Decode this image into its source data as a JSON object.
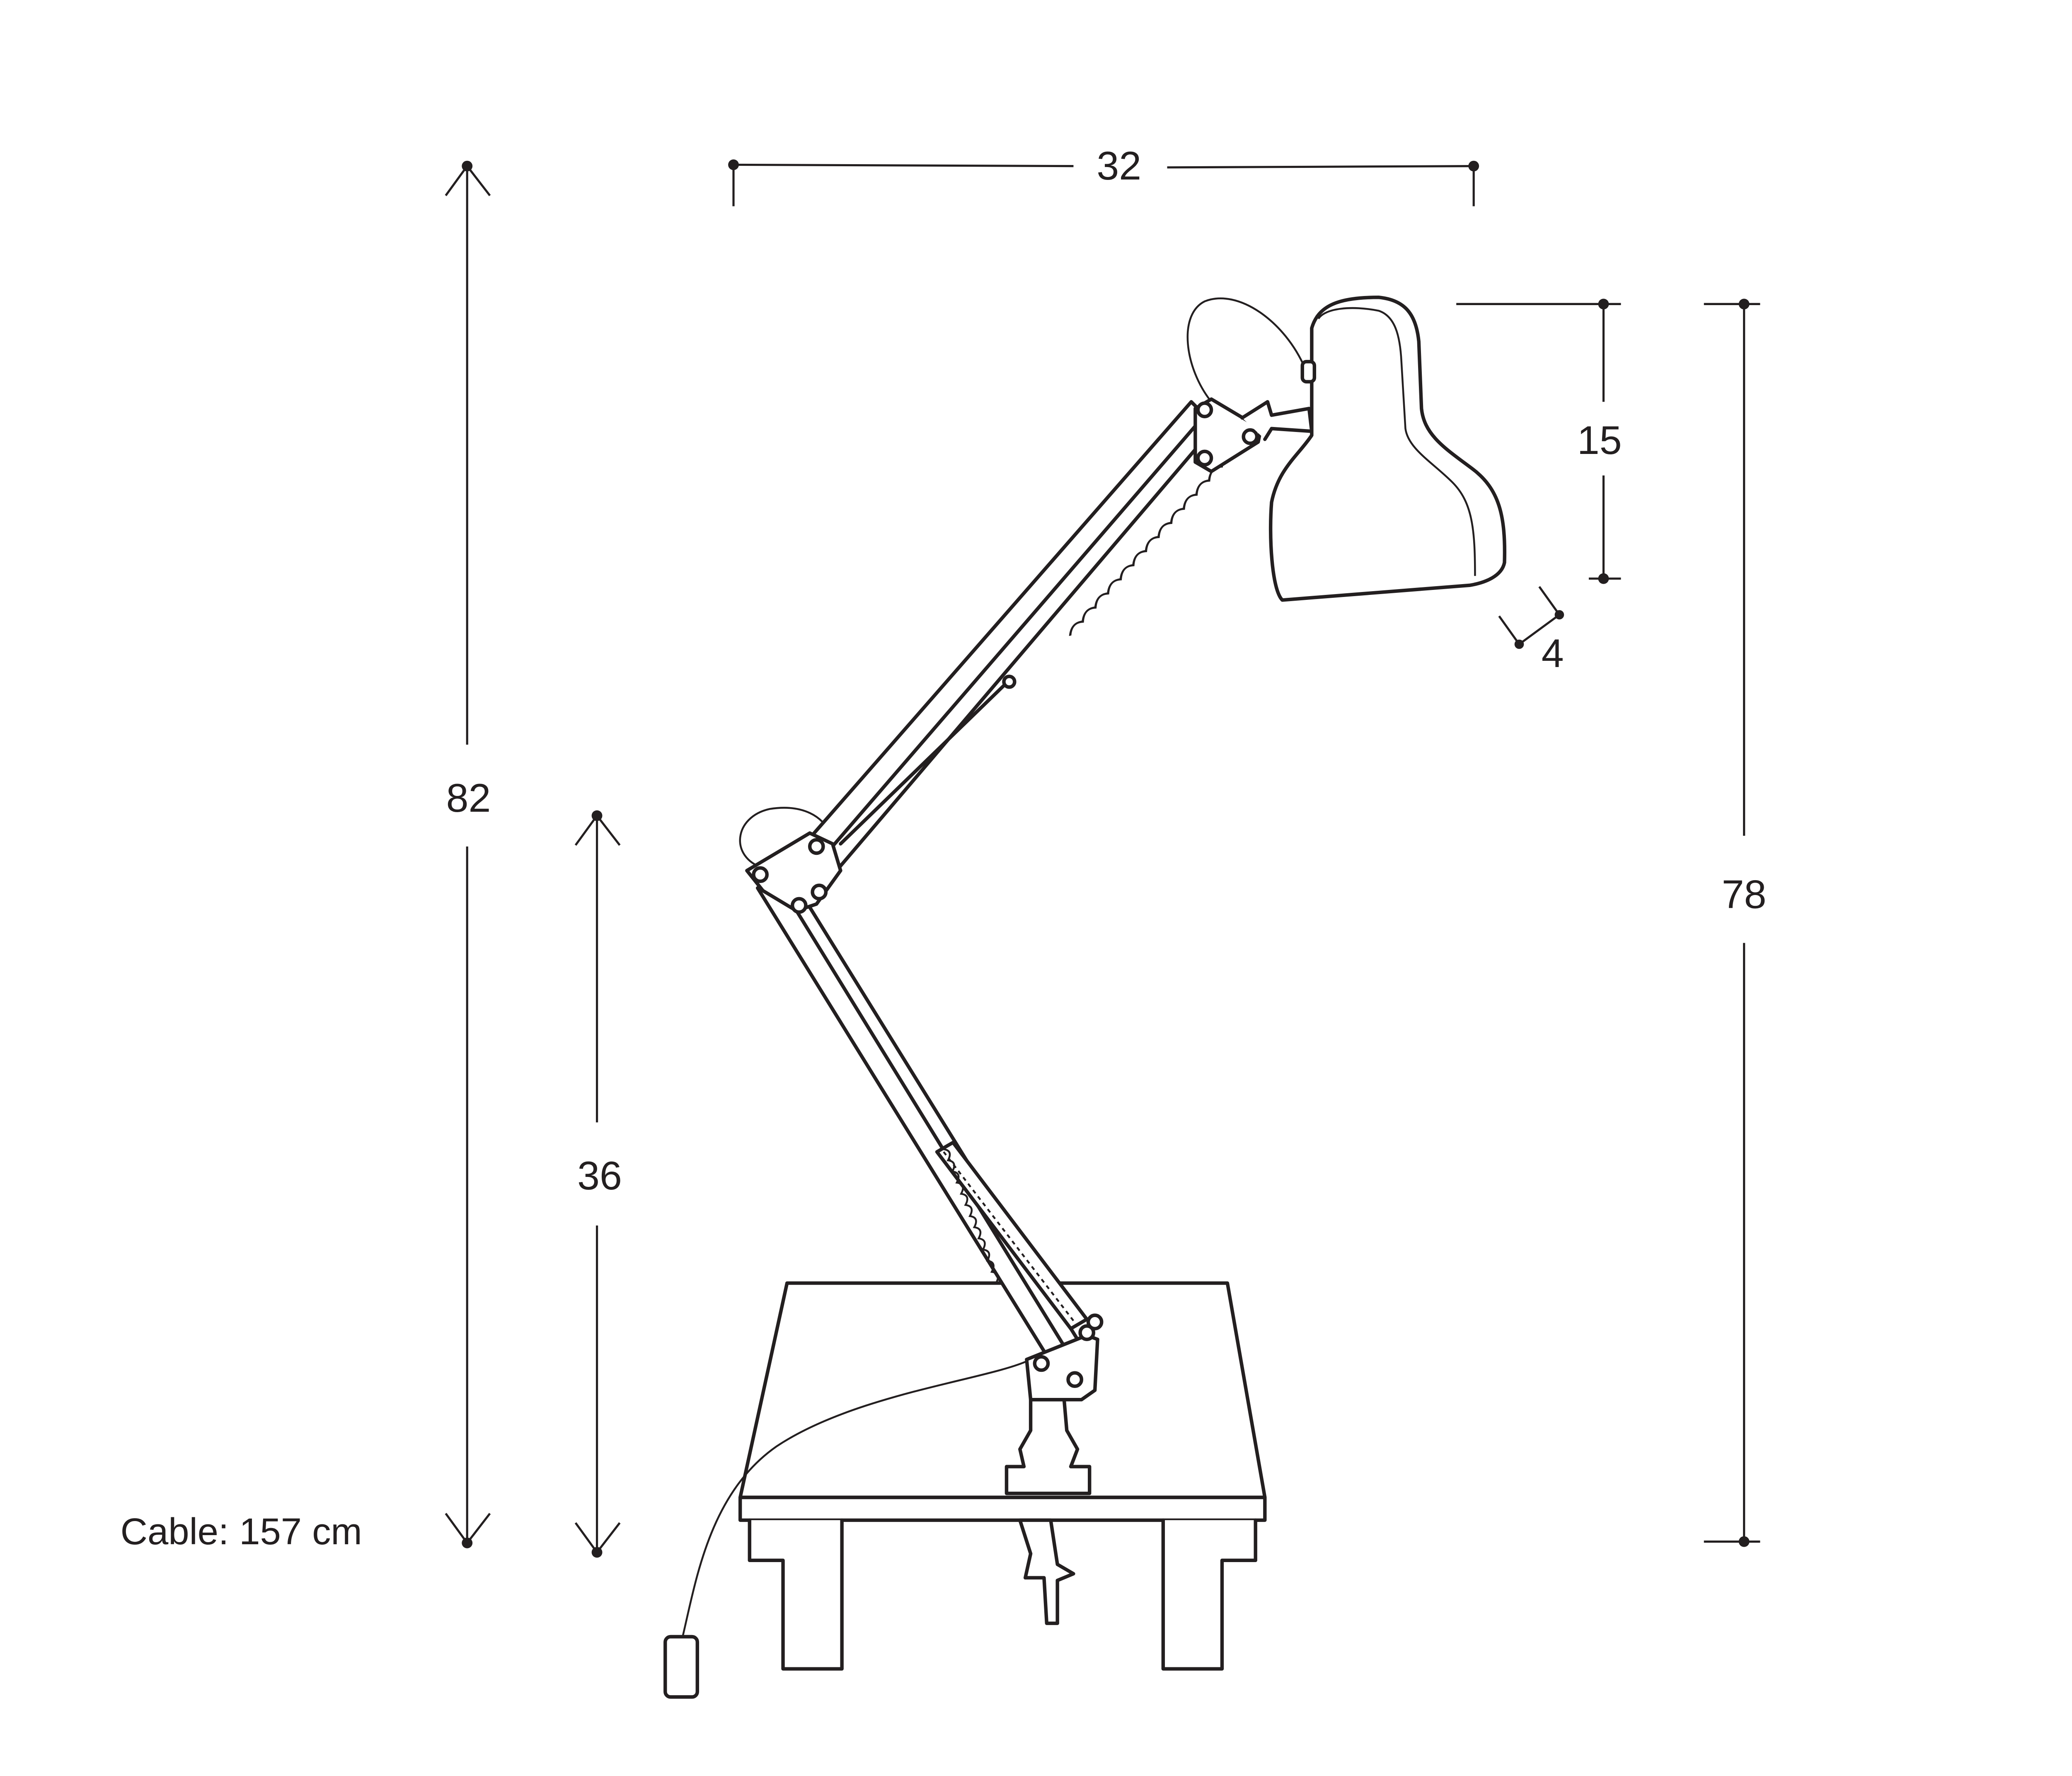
{
  "dimensions": {
    "width": "32",
    "total_height": "82",
    "base_height": "36",
    "shade_height": "15",
    "reach_height": "78",
    "shade_depth": "4"
  },
  "cable_label": "Cable: 157 cm"
}
